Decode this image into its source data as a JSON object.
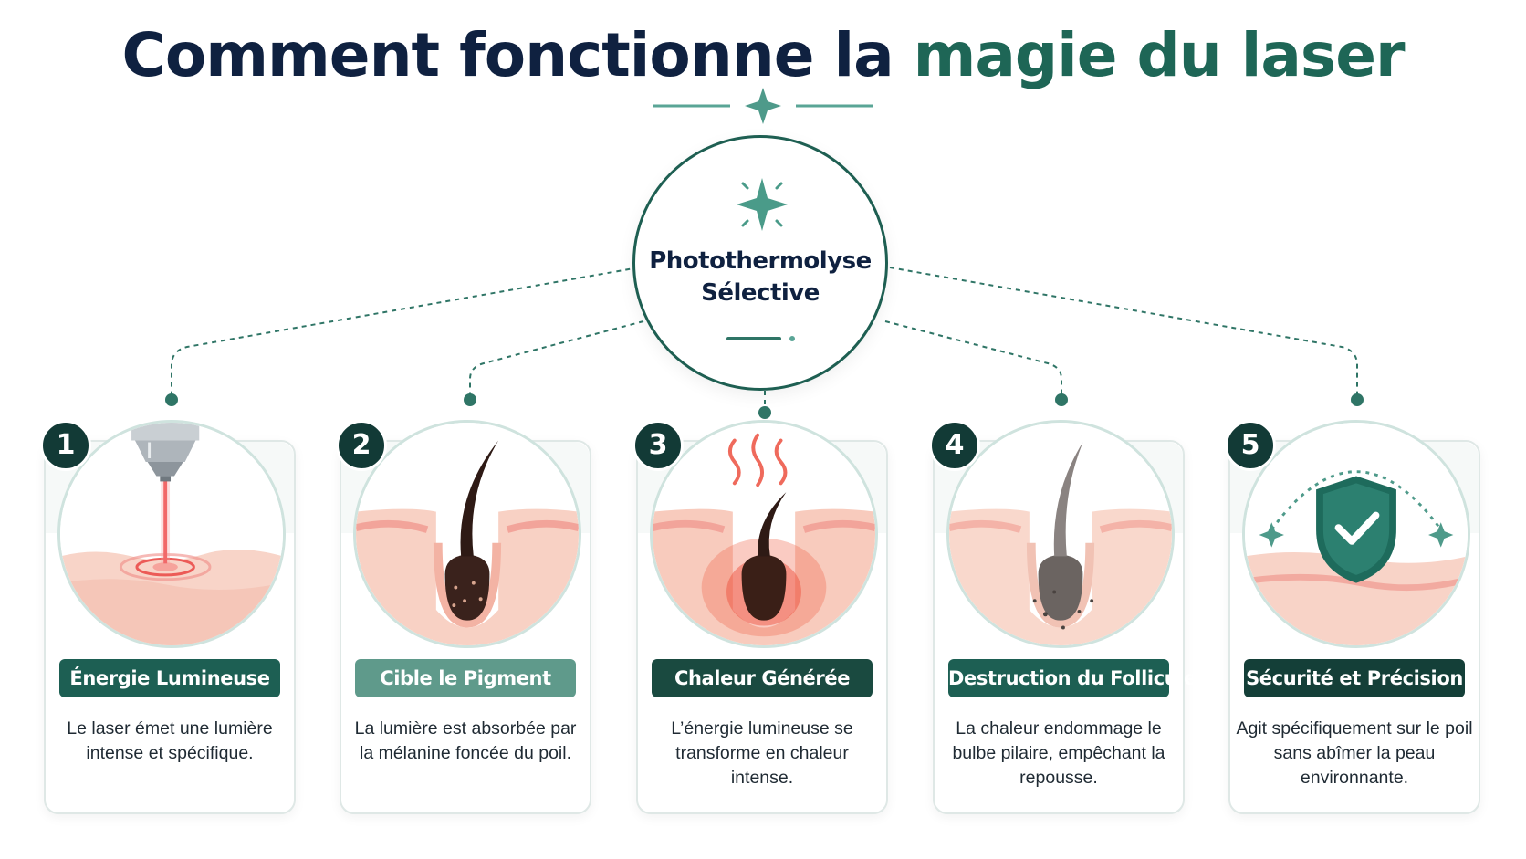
{
  "title": {
    "main": "Comment fonctionne la",
    "accent": "magie du laser"
  },
  "hub": {
    "line1": "Photothermolyse",
    "line2": "Sélective"
  },
  "steps": [
    {
      "number": "1",
      "title": "Énergie Lumineuse",
      "description": "Le laser émet une lumière intense et spécifique.",
      "badge_color": "#1d5f53"
    },
    {
      "number": "2",
      "title": "Cible le Pigment",
      "description": "La lumière est absorbée par la mélanine foncée du poil.",
      "badge_color": "#5f9a8b"
    },
    {
      "number": "3",
      "title": "Chaleur Générée",
      "description": "L’énergie lumineuse se transforme en chaleur intense.",
      "badge_color": "#1a4a40"
    },
    {
      "number": "4",
      "title": "Destruction du Follicule",
      "description": "La chaleur endommage le bulbe pilaire, empêchant la repousse.",
      "badge_color": "#1d5f53"
    },
    {
      "number": "5",
      "title": "Sécurité et Précision",
      "description": "Agit spécifiquement sur le poil sans abîmer la peau environnante.",
      "badge_color": "#143f38"
    }
  ],
  "colors": {
    "navy": "#0f2140",
    "teal": "#1e6656",
    "skin": "#f6c9bd",
    "heat": "#e8423a"
  }
}
